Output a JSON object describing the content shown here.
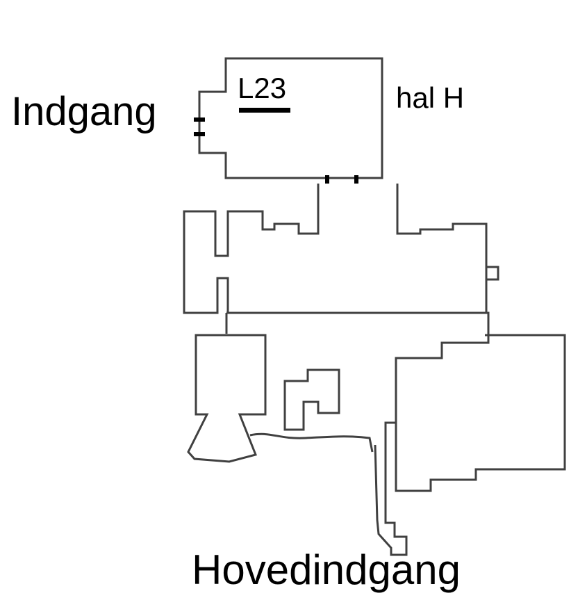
{
  "map": {
    "labels": {
      "entrance": "Indgang",
      "hall": "hal H",
      "room": "L23",
      "main_entrance": "Hovedindgang"
    },
    "colors": {
      "background": "#ffffff",
      "walls": "#404040",
      "doors": "#000000",
      "text": "#000000"
    },
    "highlighted_room": "L23"
  }
}
